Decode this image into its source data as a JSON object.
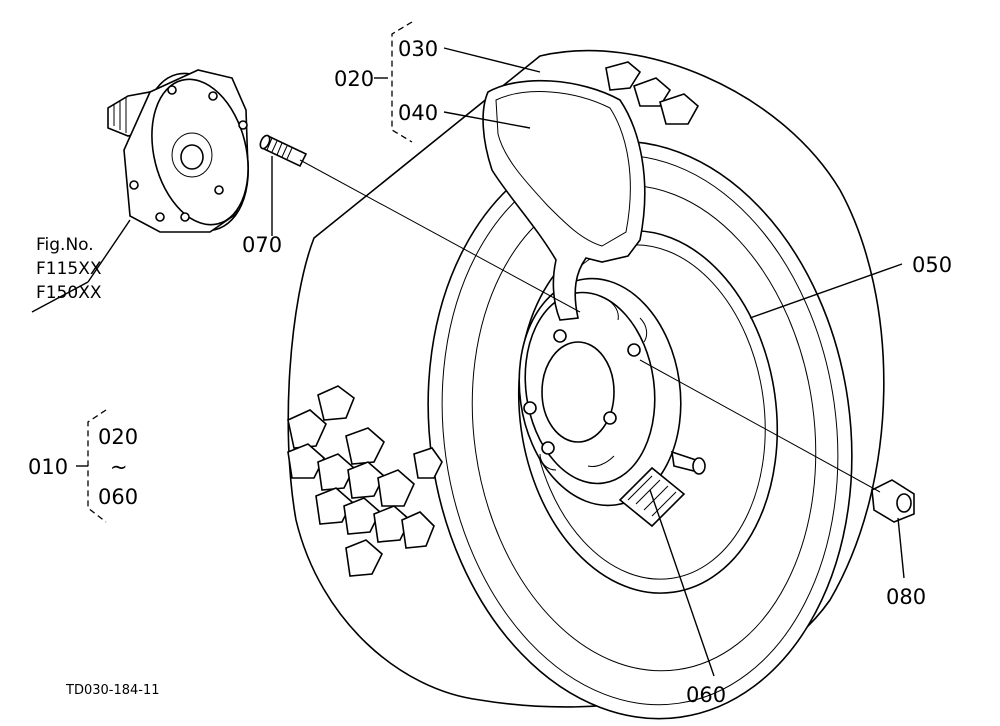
{
  "callouts": {
    "p010": "010",
    "p020_group": "020",
    "p030": "030",
    "p040": "040",
    "p050": "050",
    "p060": "060",
    "p070": "070",
    "p080": "080",
    "range_start": "020",
    "range_tilde": "~",
    "range_end": "060"
  },
  "reference": {
    "line1": "Fig.No.",
    "line2": "F115XX",
    "line3": "F150XX"
  },
  "drawing_code": "TD030-184-11"
}
